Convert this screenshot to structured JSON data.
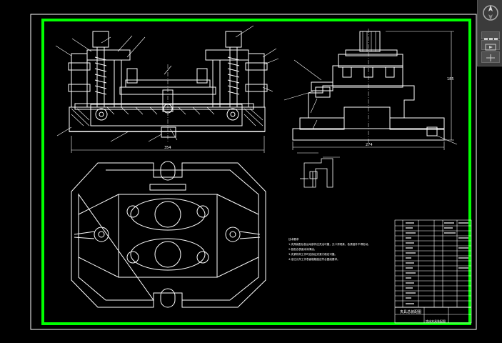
{
  "drawing": {
    "notes_title": "技术要求",
    "notes": [
      "1.夹具装配后各运动部件应灵活可靠，无卡滞现象，各紧固件不得松动。",
      "2.各配合表面涂润滑油。",
      "3.夹紧机构工作时应保证夹紧力稳定可靠。",
      "4.定位元件工作表面粗糙度应符合图纸要求。"
    ],
    "title_block": {
      "title": "夹具总装配图",
      "drawing_name": "铣床夹具装配图"
    },
    "dimensions": [
      "354",
      "274",
      "185"
    ],
    "colors": {
      "frame": "#00ff00",
      "lines": "#ffffff",
      "background": "#000000",
      "viewport": "#ffffff"
    }
  },
  "viewer": {
    "icons": [
      "navigation-compass-icon",
      "pan-icon",
      "zoom-grid-icon",
      "showmotion-icon"
    ]
  }
}
